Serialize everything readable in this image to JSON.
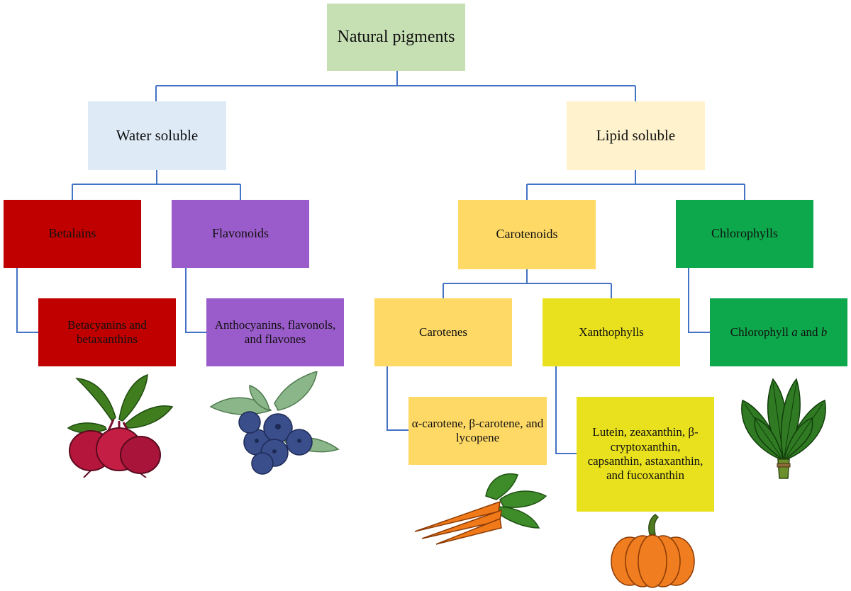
{
  "colors": {
    "connector": "#4472C4",
    "root": "#C6E0B4",
    "water": "#DEEBF7",
    "lipid": "#FFF2CC",
    "betalains": "#C00000",
    "flavonoids": "#9B5CCB",
    "carotenoids": "#FFD966",
    "xanthophylls": "#E9E11E",
    "chlorophylls": "#0EA84C"
  },
  "diagram": {
    "root": "Natural pigments",
    "water_soluble": "Water soluble",
    "lipid_soluble": "Lipid soluble",
    "betalains": "Betalains",
    "flavonoids": "Flavonoids",
    "carotenoids": "Carotenoids",
    "chlorophylls": "Chlorophylls",
    "betacyanins": "Betacyanins and betaxanthins",
    "anthocyanins": "Anthocyanins, flavonols, and flavones",
    "carotenes": "Carotenes",
    "xanthophylls": "Xanthophylls",
    "chlorophyll_ab": {
      "prefix": "Chlorophyll ",
      "a": "a",
      "middle": " and ",
      "b": "b"
    },
    "carotene_examples": "α-carotene, β-carotene, and lycopene",
    "xanthophyll_examples": "Lutein, zeaxanthin, β-cryptoxanthin, capsanthin, astaxanthin, and fucoxanthin"
  },
  "illustrations": [
    "beetroot-icon",
    "blueberry-icon",
    "carrot-icon",
    "pumpkin-icon",
    "spinach-icon"
  ]
}
